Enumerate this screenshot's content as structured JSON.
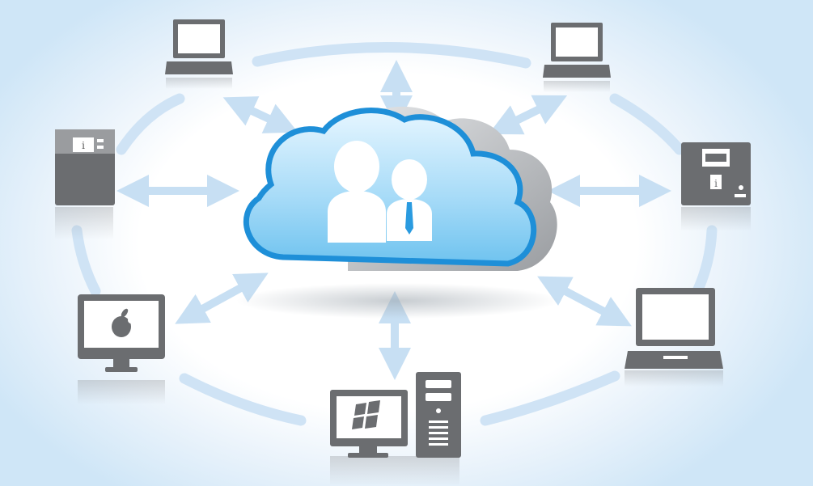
{
  "diagram": {
    "type": "cloud-sync-network",
    "hub": {
      "icon": "user-group-cloud-icon",
      "color": "#2a9be0"
    },
    "nodes": [
      {
        "id": "laptop-top-left",
        "icon": "laptop-icon"
      },
      {
        "id": "laptop-top-right",
        "icon": "laptop-icon"
      },
      {
        "id": "nas-left",
        "icon": "nas-storage-icon"
      },
      {
        "id": "nas-right",
        "icon": "nas-storage-icon"
      },
      {
        "id": "imac-bottom-left",
        "icon": "apple-imac-icon"
      },
      {
        "id": "windows-pc-bottom",
        "icon": "windows-desktop-icon"
      },
      {
        "id": "laptop-bottom-right",
        "icon": "laptop-icon"
      }
    ],
    "connections": "bidirectional",
    "colors": {
      "device": "#6b6d70",
      "arrow": "#c7dff3",
      "ring": "#cfe3f5",
      "cloud_fill": "#bfe4fa",
      "cloud_border": "#1e8fd8"
    }
  }
}
